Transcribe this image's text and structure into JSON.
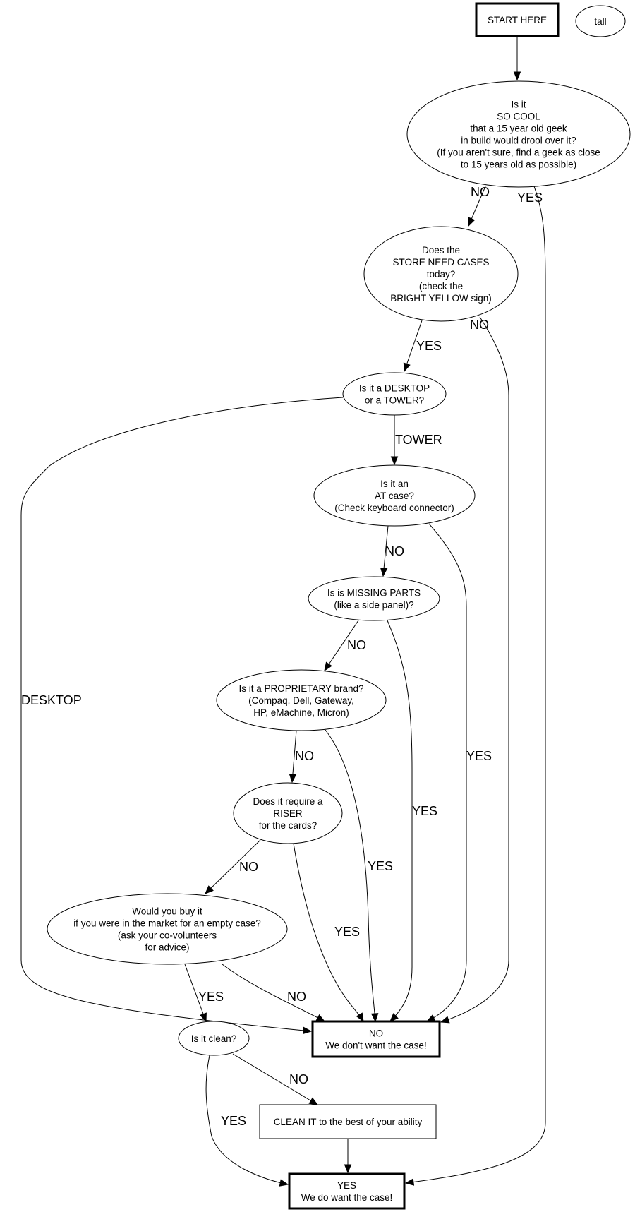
{
  "diagram": {
    "title": "Computer case donation decision flowchart",
    "nodes": {
      "start": {
        "shape": "box-bold",
        "lines": [
          "START HERE"
        ]
      },
      "tall": {
        "shape": "ellipse",
        "lines": [
          "tall"
        ]
      },
      "so_cool": {
        "shape": "ellipse",
        "lines": [
          "Is it",
          "SO COOL",
          "that a 15 year old geek",
          "in build would drool over it?",
          "(If you aren't sure, find a geek as close",
          "to 15 years old as possible)"
        ]
      },
      "store_need": {
        "shape": "ellipse",
        "lines": [
          "Does the",
          "STORE NEED CASES",
          "today?",
          "(check the",
          "BRIGHT YELLOW sign)"
        ]
      },
      "desktop_tower": {
        "shape": "ellipse",
        "lines": [
          "Is it a DESKTOP",
          "or a TOWER?"
        ]
      },
      "at_case": {
        "shape": "ellipse",
        "lines": [
          "Is it an",
          "AT case?",
          "(Check keyboard connector)"
        ]
      },
      "missing_parts": {
        "shape": "ellipse",
        "lines": [
          "Is is MISSING PARTS",
          "(like a side panel)?"
        ]
      },
      "proprietary": {
        "shape": "ellipse",
        "lines": [
          "Is it a PROPRIETARY brand?",
          "(Compaq, Dell, Gateway,",
          "HP, eMachine, Micron)"
        ]
      },
      "riser": {
        "shape": "ellipse",
        "lines": [
          "Does it require a",
          "RISER",
          "for the cards?"
        ]
      },
      "buy": {
        "shape": "ellipse",
        "lines": [
          "Would you buy it",
          "if you were in the market for an empty case?",
          "(ask your co-volunteers",
          "for advice)"
        ]
      },
      "clean_q": {
        "shape": "ellipse",
        "lines": [
          "Is it clean?"
        ]
      },
      "no_box": {
        "shape": "box-bold",
        "lines": [
          "NO",
          "We don't want the case!"
        ]
      },
      "clean_it": {
        "shape": "box",
        "lines": [
          "CLEAN IT to the best of your ability"
        ]
      },
      "yes_box": {
        "shape": "box-bold",
        "lines": [
          "YES",
          "We do want the case!"
        ]
      }
    },
    "edges": [
      {
        "from": "start",
        "to": "so_cool",
        "label": ""
      },
      {
        "from": "so_cool",
        "to": "store_need",
        "label": "NO"
      },
      {
        "from": "so_cool",
        "to": "yes_box",
        "label": "YES"
      },
      {
        "from": "store_need",
        "to": "desktop_tower",
        "label": "YES"
      },
      {
        "from": "store_need",
        "to": "no_box",
        "label": "NO"
      },
      {
        "from": "desktop_tower",
        "to": "at_case",
        "label": "TOWER"
      },
      {
        "from": "desktop_tower",
        "to": "no_box",
        "label": "DESKTOP"
      },
      {
        "from": "at_case",
        "to": "missing_parts",
        "label": "NO"
      },
      {
        "from": "at_case",
        "to": "no_box",
        "label": "YES"
      },
      {
        "from": "missing_parts",
        "to": "proprietary",
        "label": "NO"
      },
      {
        "from": "missing_parts",
        "to": "no_box",
        "label": "YES"
      },
      {
        "from": "proprietary",
        "to": "riser",
        "label": "NO"
      },
      {
        "from": "proprietary",
        "to": "no_box",
        "label": "YES"
      },
      {
        "from": "riser",
        "to": "buy",
        "label": "NO"
      },
      {
        "from": "riser",
        "to": "no_box",
        "label": "YES"
      },
      {
        "from": "buy",
        "to": "clean_q",
        "label": "YES"
      },
      {
        "from": "buy",
        "to": "no_box",
        "label": "NO"
      },
      {
        "from": "clean_q",
        "to": "clean_it",
        "label": "NO"
      },
      {
        "from": "clean_q",
        "to": "yes_box",
        "label": "YES"
      },
      {
        "from": "clean_it",
        "to": "yes_box",
        "label": ""
      }
    ]
  }
}
